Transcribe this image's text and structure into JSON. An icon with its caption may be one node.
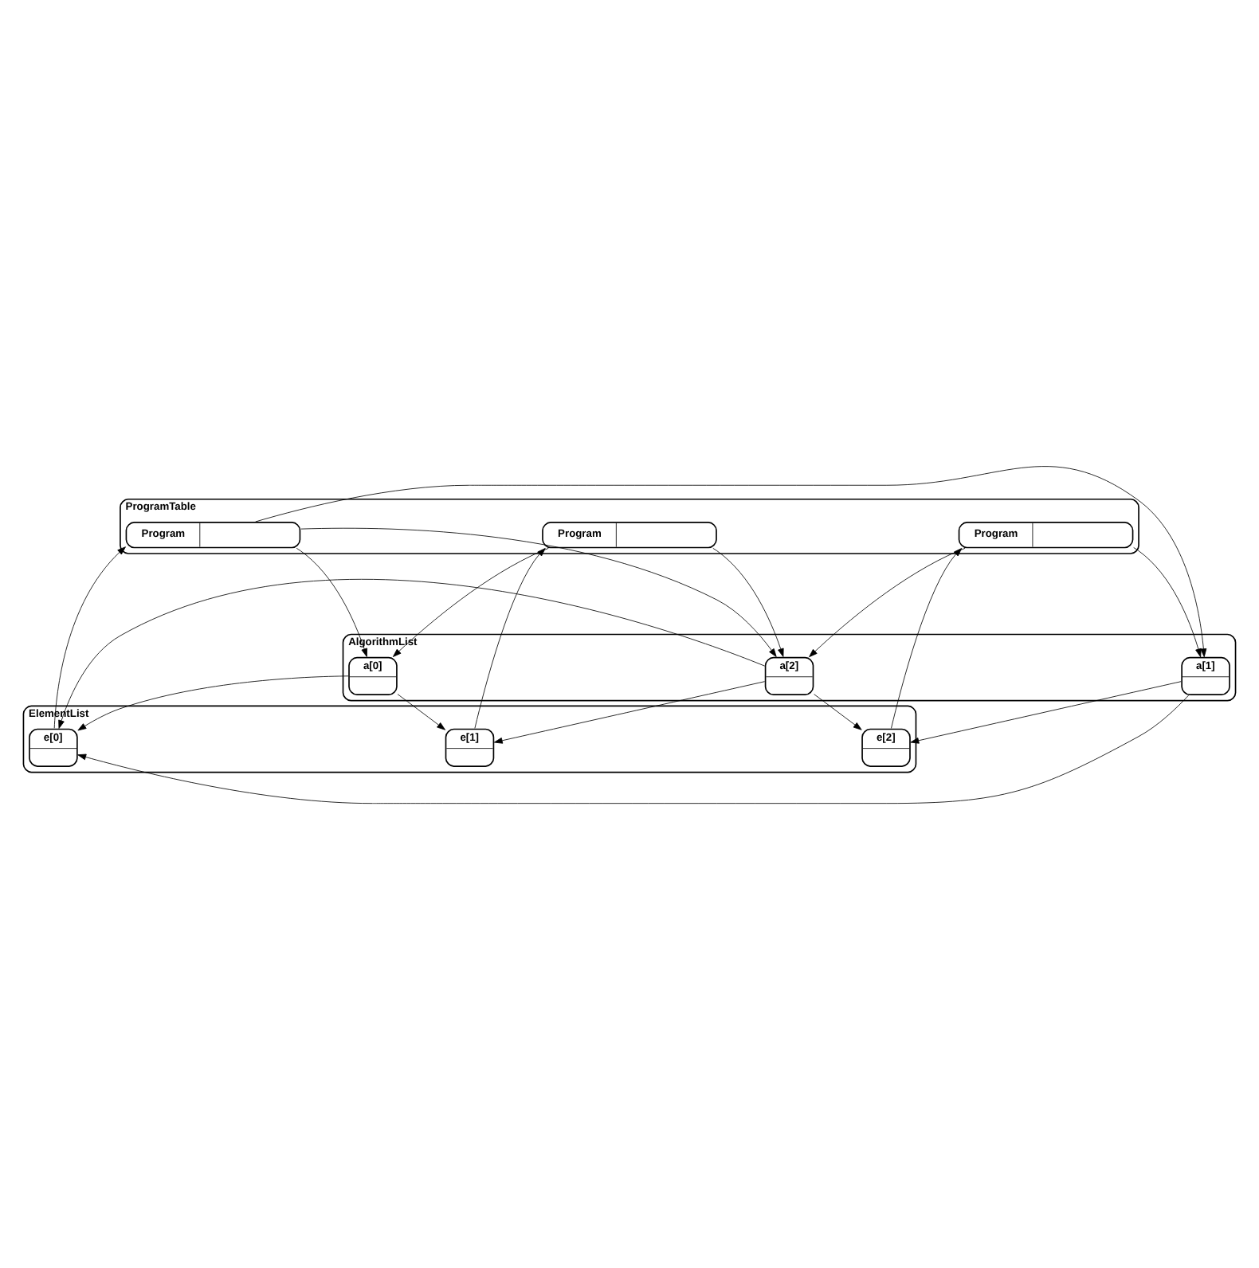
{
  "diagram": {
    "nodes": [
      {
        "text": [
          "ElementList"
        ]
      },
      {
        "text": [
          "e[0]"
        ],
        "in": 0
      },
      {
        "text": [
          "e[1]"
        ],
        "in": 0
      },
      {
        "text": [
          "e[2]"
        ],
        "in": 0
      },
      {
        "text": [
          "AlgorithmList"
        ]
      },
      {
        "text": [
          "a[0]"
        ],
        "in": 4
      },
      {
        "text": [
          "a[1]"
        ],
        "in": 4
      },
      {
        "text": [
          "a[2]"
        ],
        "in": 4
      },
      {
        "text": [
          "ProgramTable"
        ]
      },
      {
        "text": [
          "Program"
        ],
        "in": 8
      },
      {
        "text": [
          "Program"
        ],
        "in": 8
      },
      {
        "text": [
          "Program"
        ],
        "in": 8
      }
    ],
    "edges": [
      {
        "from": 1,
        "to": 10,
        "arrow": "to"
      },
      {
        "from": 2,
        "to": 11,
        "arrow": "to"
      },
      {
        "from": 3,
        "to": 9,
        "arrow": "to"
      },
      {
        "from": 5,
        "to": 1,
        "arrow": "to"
      },
      {
        "from": 5,
        "to": 2,
        "arrow": "to"
      },
      {
        "from": 6,
        "to": 1,
        "arrow": "to"
      },
      {
        "from": 6,
        "to": 3,
        "arrow": "to"
      },
      {
        "from": 7,
        "to": 1,
        "arrow": "to"
      },
      {
        "from": 7,
        "to": 2,
        "arrow": "to"
      },
      {
        "from": 7,
        "to": 3,
        "arrow": "to"
      },
      {
        "from": 9,
        "to": 6,
        "arrow": "to"
      },
      {
        "from": 9,
        "to": 7,
        "arrow": "to"
      },
      {
        "from": 10,
        "to": 5,
        "arrow": "to"
      },
      {
        "from": 10,
        "to": 6,
        "arrow": "to"
      },
      {
        "from": 10,
        "to": 7,
        "arrow": "to"
      },
      {
        "from": 11,
        "to": 5,
        "arrow": "to"
      },
      {
        "from": 11,
        "to": 7,
        "arrow": "to"
      }
    ]
  }
}
